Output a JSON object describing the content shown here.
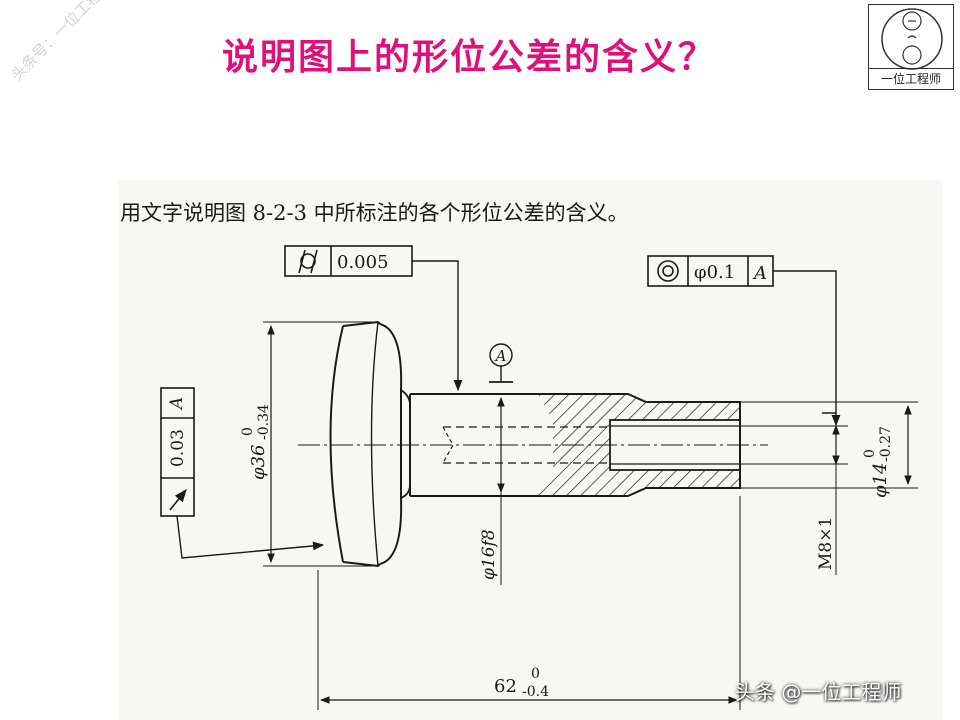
{
  "slide": {
    "title": "说明图上的形位公差的含义？",
    "watermark": "头条号：一位工程师",
    "logo_text": "一位工程师",
    "footer": "头条 @一位工程师"
  },
  "problem": {
    "statement": "用文字说明图 8-2-3 中所标注的各个形位公差的含义。"
  },
  "tolerance_frames": {
    "cylindricity": {
      "symbol": "cylindricity-symbol",
      "value": "0.005"
    },
    "coaxiality": {
      "symbol": "concentricity-symbol",
      "value": "φ0.1",
      "datum": "A"
    },
    "runout": {
      "symbol": "circular-runout-symbol",
      "value": "0.03",
      "datum": "A"
    }
  },
  "datum": {
    "label": "A"
  },
  "dimensions": {
    "head_diameter": {
      "nominal": "φ36",
      "upper": "0",
      "lower": "-0.34"
    },
    "shaft_diameter": {
      "nominal": "φ16f8"
    },
    "thread": {
      "label": "M8×1"
    },
    "step_diameter": {
      "nominal": "φ14",
      "upper": "0",
      "lower": "-0.27"
    },
    "overall_length": {
      "nominal": "62",
      "upper": "0",
      "lower": "-0.4"
    }
  },
  "colors": {
    "title": "#e0107a",
    "ink": "#1a1a1a",
    "paper": "#f7f7f4"
  }
}
